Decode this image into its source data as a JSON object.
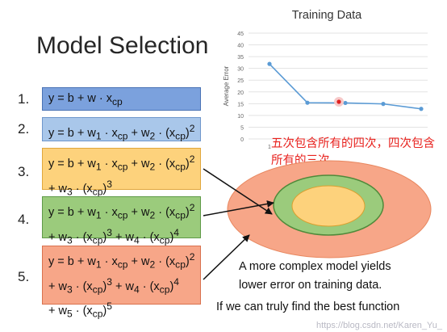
{
  "slide": {
    "title": "Model Selection",
    "chart_title": "Training Data",
    "red_note": "五次包含所有的四次，四次包含所有的三次",
    "caption_line1": "A more complex model yields",
    "caption_line2": "lower error on training data.",
    "caption_line3": "If we can truly find the best function",
    "watermark": "https://blog.csdn.net/Karen_Yu_"
  },
  "models": [
    {
      "number": "1.",
      "lines": [
        "y = b + w · x<sub>cp</sub>"
      ],
      "fill": "#7ba1dd",
      "border": "#4a73b5"
    },
    {
      "number": "2.",
      "lines": [
        "y = b + w<sub>1</sub> · x<sub>cp</sub> + w<sub>2</sub> · (x<sub>cp</sub>)<sup>2</sup>"
      ],
      "fill": "#a9c7ea",
      "border": "#6f97cc"
    },
    {
      "number": "3.",
      "lines": [
        "y = b + w<sub>1</sub> · x<sub>cp</sub> + w<sub>2</sub> · (x<sub>cp</sub>)<sup>2</sup>",
        "+ w<sub>3</sub> · (x<sub>cp</sub>)<sup>3</sup>"
      ],
      "fill": "#fdd27c",
      "border": "#e0a73d"
    },
    {
      "number": "4.",
      "lines": [
        "y = b + w<sub>1</sub> · x<sub>cp</sub> + w<sub>2</sub> · (x<sub>cp</sub>)<sup>2</sup>",
        "+ w<sub>3</sub> · (x<sub>cp</sub>)<sup>3</sup> + w<sub>4</sub> · (x<sub>cp</sub>)<sup>4</sup>"
      ],
      "fill": "#9bcb7c",
      "border": "#5f9a48"
    },
    {
      "number": "5.",
      "lines": [
        "y = b + w<sub>1</sub> · x<sub>cp</sub> + w<sub>2</sub> · (x<sub>cp</sub>)<sup>2</sup>",
        "+ w<sub>3</sub> · (x<sub>cp</sub>)<sup>3</sup> + w<sub>4</sub> · (x<sub>cp</sub>)<sup>4</sup>",
        "+ w<sub>5</sub> · (x<sub>cp</sub>)<sup>5</sup>"
      ],
      "fill": "#f7a688",
      "border": "#d9714e"
    }
  ],
  "chart_data": {
    "type": "line",
    "title": "Training Data",
    "ylabel": "Average Error",
    "xlabel": "",
    "x": [
      1,
      2,
      3,
      4,
      5
    ],
    "x_tick_labels": [
      "1",
      "",
      "",
      "",
      ""
    ],
    "series": [
      {
        "values": [
          31.9,
          15.4,
          15.3,
          14.9,
          12.8
        ],
        "color": "#5b9bd5"
      }
    ],
    "ylim": [
      0,
      45
    ],
    "y_ticks": [
      0,
      5,
      10,
      15,
      20,
      25,
      30,
      35,
      40,
      45
    ],
    "grid": true,
    "line_color": "#5b9bd5"
  },
  "venn_colors": {
    "outer": "#f7a688",
    "middle": "#9bcb7c",
    "inner": "#fdd27c"
  }
}
